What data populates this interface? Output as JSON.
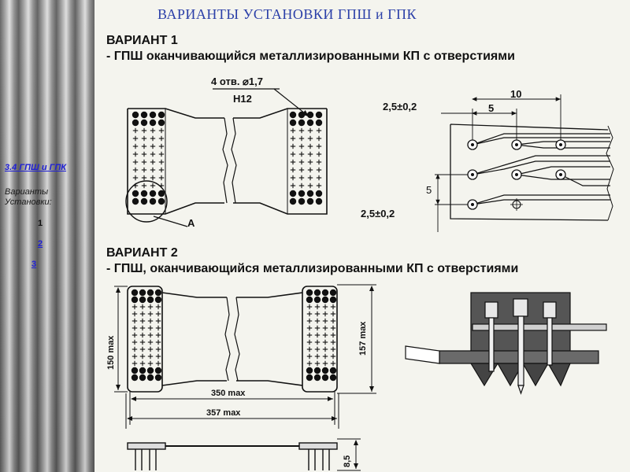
{
  "page": {
    "title": "ВАРИАНТЫ УСТАНОВКИ ГПШ и ГПК"
  },
  "nav": {
    "topic_link": "3.4 ГПШ и ГПК",
    "subtitle": "Варианты Установки:",
    "pages": [
      {
        "label": "1",
        "active": true
      },
      {
        "label": "2",
        "active": false
      },
      {
        "label": "3",
        "active": false
      }
    ]
  },
  "variant1": {
    "heading": "ВАРИАНТ 1",
    "subheading": "- ГПШ оканчивающийся металлизированными КП с отверстиями",
    "callout_holes": "4 отв. ⌀1,7",
    "callout_fit": "H12",
    "callout_detail": "А",
    "dim_pitch_top": "2,5±0,2",
    "dim_pitch_bottom": "2,5±0,2",
    "dim_10": "10",
    "dim_5_top": "5",
    "dim_5_side": "5"
  },
  "variant2": {
    "heading": "ВАРИАНТ 2",
    "subheading": "- ГПШ, оканчивающийся металлизированными КП с отверстиями",
    "dim_150": "150 max",
    "dim_157": "157 max",
    "dim_350": "350 max",
    "dim_357": "357 max",
    "dim_8_5": "8,5"
  },
  "colors": {
    "title": "#2b3fa8",
    "link": "#1f1fd6",
    "drawing": "#111111"
  }
}
